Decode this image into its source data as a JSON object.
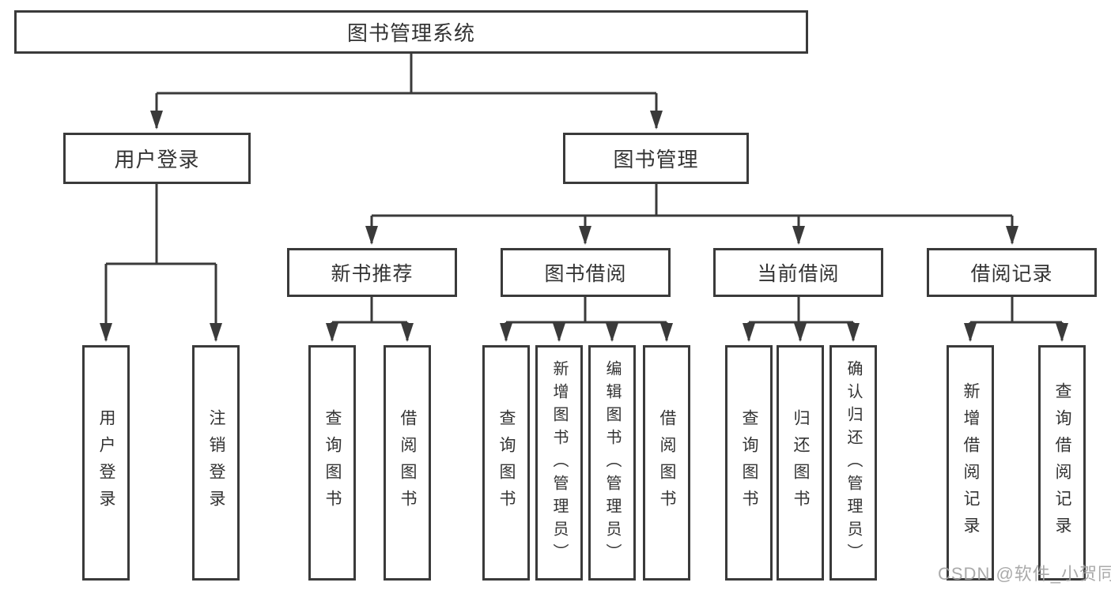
{
  "diagram": {
    "tree": {
      "root": {
        "label": "图书管理系统",
        "children": [
          {
            "label": "用户登录",
            "children": [
              {
                "label": "用户登录"
              },
              {
                "label": "注销登录"
              }
            ]
          },
          {
            "label": "图书管理",
            "children": [
              {
                "label": "新书推荐",
                "children": [
                  {
                    "label": "查询图书"
                  },
                  {
                    "label": "借阅图书"
                  }
                ]
              },
              {
                "label": "图书借阅",
                "children": [
                  {
                    "label": "查询图书"
                  },
                  {
                    "label": "新增图书（管理员）"
                  },
                  {
                    "label": "编辑图书（管理员）"
                  },
                  {
                    "label": "借阅图书"
                  }
                ]
              },
              {
                "label": "当前借阅",
                "children": [
                  {
                    "label": "查询图书"
                  },
                  {
                    "label": "归还图书"
                  },
                  {
                    "label": "确认归还（管理员）"
                  }
                ]
              },
              {
                "label": "借阅记录",
                "children": [
                  {
                    "label": "新增借阅记录"
                  },
                  {
                    "label": "查询借阅记录"
                  }
                ]
              }
            ]
          }
        ]
      }
    },
    "colors": {
      "line": "#3a3a3a",
      "text": "#333333",
      "background": "#ffffff",
      "watermark": "#a3a3a3"
    },
    "watermark": "CSDN @软件_小贺同学"
  }
}
